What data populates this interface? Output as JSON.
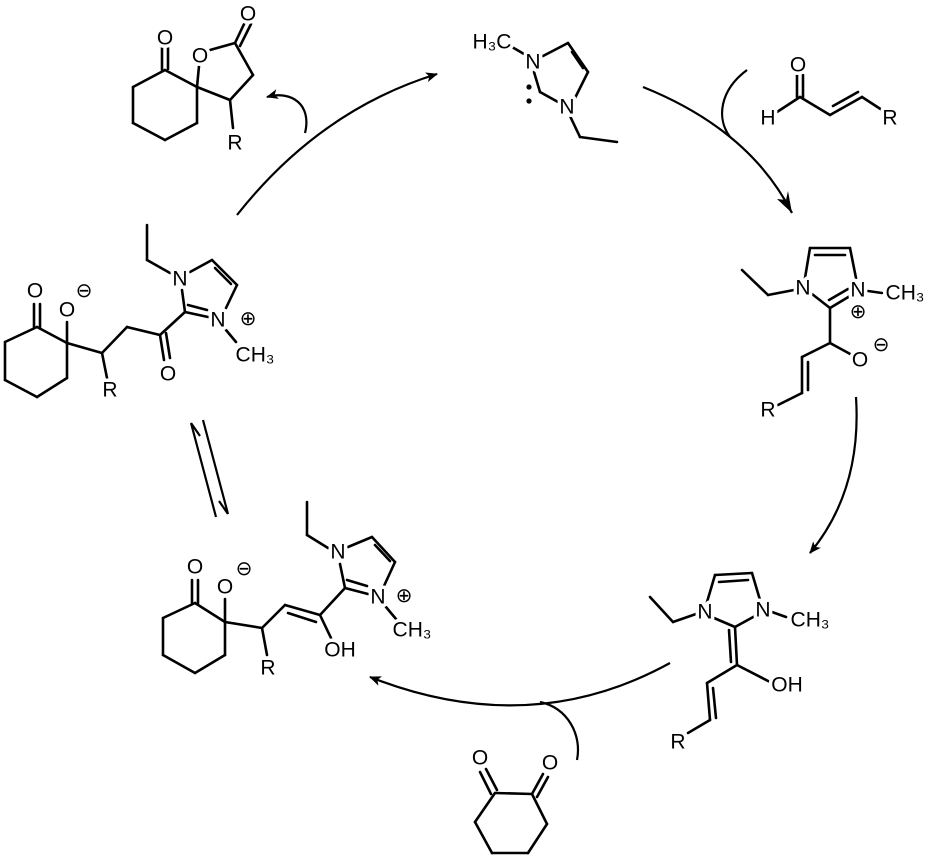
{
  "title": "NHC catalytic cycle",
  "colors": {
    "ink": "#000000",
    "background": "#ffffff"
  },
  "molecules": [
    {
      "name": "spirolactone-product",
      "labels": [
        "O",
        "O",
        "O",
        "R"
      ]
    },
    {
      "name": "nhc-carbene-catalyst",
      "labels": [
        "H₃C",
        "N",
        "N"
      ]
    },
    {
      "name": "enal-substrate",
      "labels": [
        "O",
        "H",
        "R"
      ]
    },
    {
      "name": "tetrahedral-alkoxide-adduct",
      "labels": [
        "N",
        "N",
        "CH₃",
        "⊕",
        "O",
        "⊖",
        "R"
      ]
    },
    {
      "name": "breslow-intermediate",
      "labels": [
        "N",
        "N",
        "CH₃",
        "OH",
        "R"
      ]
    },
    {
      "name": "cyclohexanedione-substrate",
      "labels": [
        "O",
        "O"
      ]
    },
    {
      "name": "enol-alkoxide-intermediate",
      "labels": [
        "O",
        "O",
        "⊖",
        "R",
        "OH",
        "N",
        "N",
        "⊕",
        "CH₃"
      ]
    },
    {
      "name": "acyl-azolium-alkoxide-intermediate",
      "labels": [
        "O",
        "O",
        "⊖",
        "R",
        "O",
        "N",
        "N",
        "⊕",
        "CH₃"
      ]
    }
  ]
}
